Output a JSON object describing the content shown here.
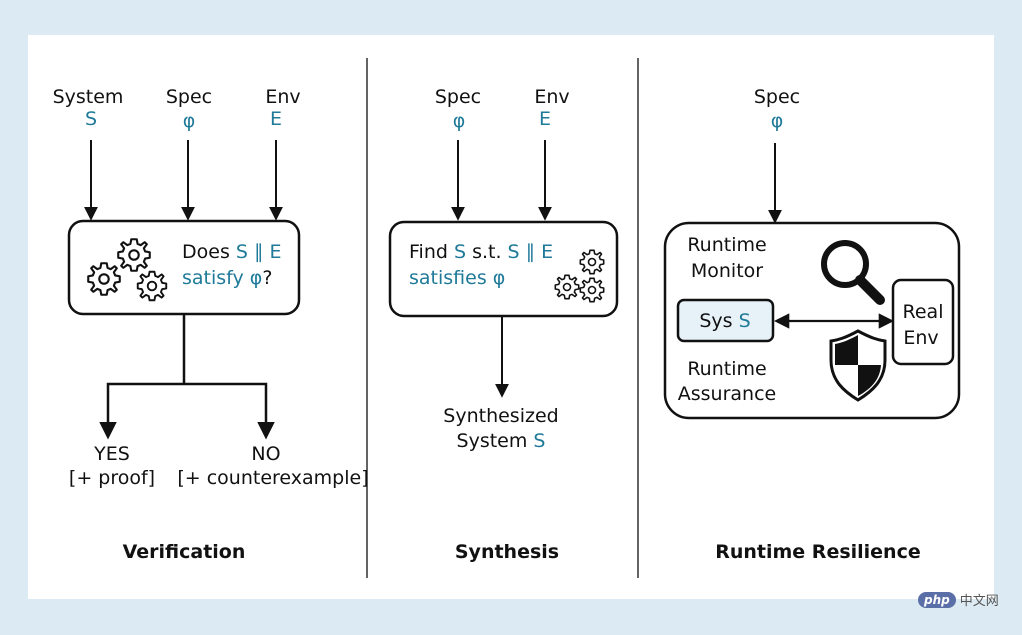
{
  "verification": {
    "inputs": [
      {
        "name": "System",
        "var": "S"
      },
      {
        "name": "Spec",
        "var": "φ"
      },
      {
        "name": "Env",
        "var": "E"
      }
    ],
    "box_line1_prefix": "Does ",
    "box_line1_var": "S ∥ E",
    "box_line2_var": "satisfy φ",
    "box_line2_suffix": "?",
    "yes": "YES",
    "yes_note": "[+ proof]",
    "no": "NO",
    "no_note": "[+ counterexample]",
    "title": "Verification"
  },
  "synthesis": {
    "inputs": [
      {
        "name": "Spec",
        "var": "φ"
      },
      {
        "name": "Env",
        "var": "E"
      }
    ],
    "box_line1_prefix": "Find ",
    "box_line1_var1": "S",
    "box_line1_mid": " s.t. ",
    "box_line1_var2": "S ∥ E",
    "box_line2_var": "satisfies φ",
    "output_line1": "Synthesized",
    "output_line2_prefix": "System ",
    "output_line2_var": "S",
    "title": "Synthesis"
  },
  "runtime": {
    "inputs": [
      {
        "name": "Spec",
        "var": "φ"
      }
    ],
    "monitor_line1": "Runtime",
    "monitor_line2": "Monitor",
    "sys_prefix": "Sys ",
    "sys_var": "S",
    "assurance_line1": "Runtime",
    "assurance_line2": "Assurance",
    "env_line1": "Real",
    "env_line2": "Env",
    "title": "Runtime Resilience"
  },
  "watermark": {
    "badge": "php",
    "text": "中文网"
  },
  "colors": {
    "accent": "#1f7a99",
    "background": "#dcebf3",
    "sys_fill": "#e6f1f8"
  }
}
